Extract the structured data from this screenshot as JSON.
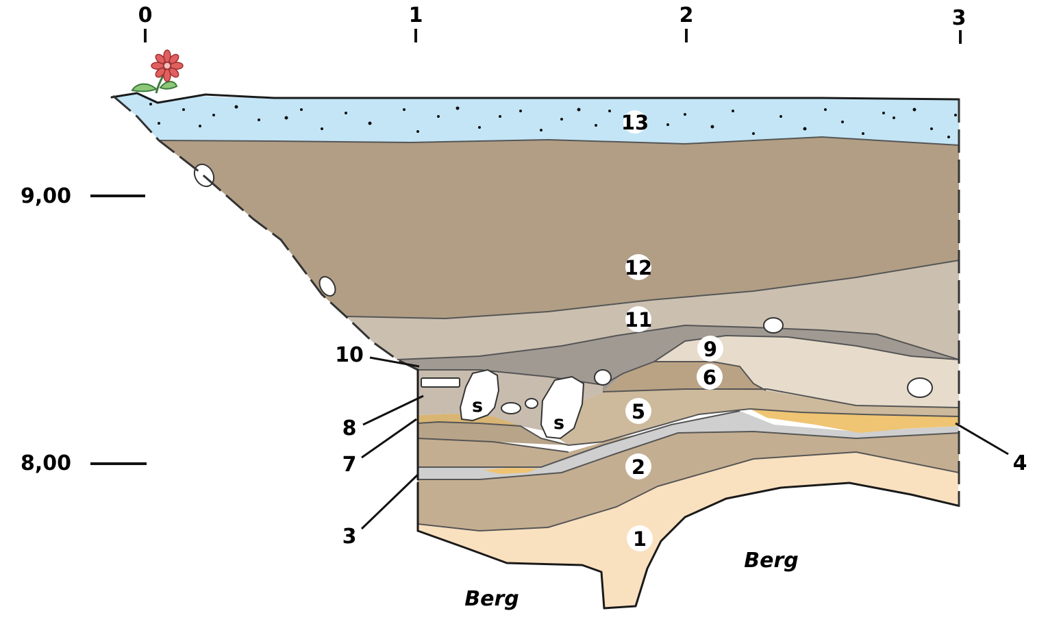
{
  "axis": {
    "ticks": [
      "0",
      "1",
      "2",
      "3"
    ]
  },
  "elevations": [
    "9,00",
    "8,00"
  ],
  "layers": {
    "l1": "1",
    "l2": "2",
    "l5": "5",
    "l6": "6",
    "l9": "9",
    "l11": "11",
    "l12": "12",
    "l13": "13"
  },
  "external_labels": {
    "l3": "3",
    "l4": "4",
    "l7": "7",
    "l8": "8",
    "l10": "10"
  },
  "stone_label": "s",
  "bedrock_label": "Berg",
  "colors": {
    "layer13": "#c3e5f6",
    "layer12": "#b19e85",
    "layer11": "#cbbfb0",
    "layer10": "#a19a93",
    "layer9": "#e7dccb",
    "layer6": "#baa385",
    "layer5": "#cdb99c",
    "layer4": "#efc472",
    "layer3": "#cfcfcf",
    "layer2": "#c4ae91",
    "layer1": "#f9e0bf",
    "flower": "#e06060"
  }
}
